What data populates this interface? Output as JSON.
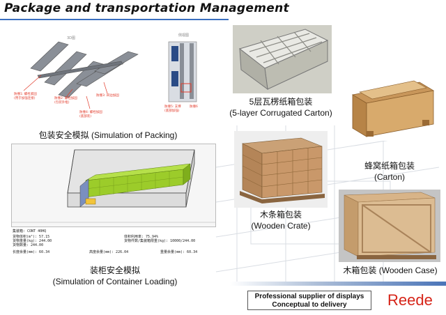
{
  "header": {
    "title": "Package and transportation  Management"
  },
  "sections": {
    "packing_sim": {
      "caption": "包装安全模拟 (Simulation of Packing)"
    },
    "container_sim": {
      "caption_cn": "装柜安全模拟",
      "caption_en": "(Simulation of Container Loading)",
      "stats": {
        "line1": "集装箱: CONT 40HQ",
        "line2": "货物体积(m³): 57.15",
        "line3": "货物重量(kg): 244.00",
        "line4": "货物数量: 244.00",
        "line5": "体积利用率: 75.94%",
        "line6": "货物件数/集装箱限重(kg): 10000/244.00",
        "line7": "高度余量(mm): 226.04",
        "line8": "长度余量(mm): 60.34",
        "line9": "重量余量(mm): 60.34"
      }
    },
    "carton5": {
      "caption_cn": "5层瓦楞纸箱包装",
      "caption_en": "(5-layer Corrugated Carton)"
    },
    "honeycomb": {
      "caption_cn": "蜂窝纸箱包装",
      "caption_en": "(Carton)"
    },
    "wooden_crate": {
      "caption_cn": "木条箱包装",
      "caption_en": "(Wooden Crate)"
    },
    "wooden_case": {
      "caption": "木箱包装 (Wooden Case)"
    }
  },
  "footer": {
    "tagline_line1": "Professional supplier of displays",
    "tagline_line2": "Conceptual to delivery",
    "brand": "Reede"
  },
  "colors": {
    "rule": "#3a6fbf",
    "brand": "#d62418",
    "box_green": "#9ccc2a"
  }
}
